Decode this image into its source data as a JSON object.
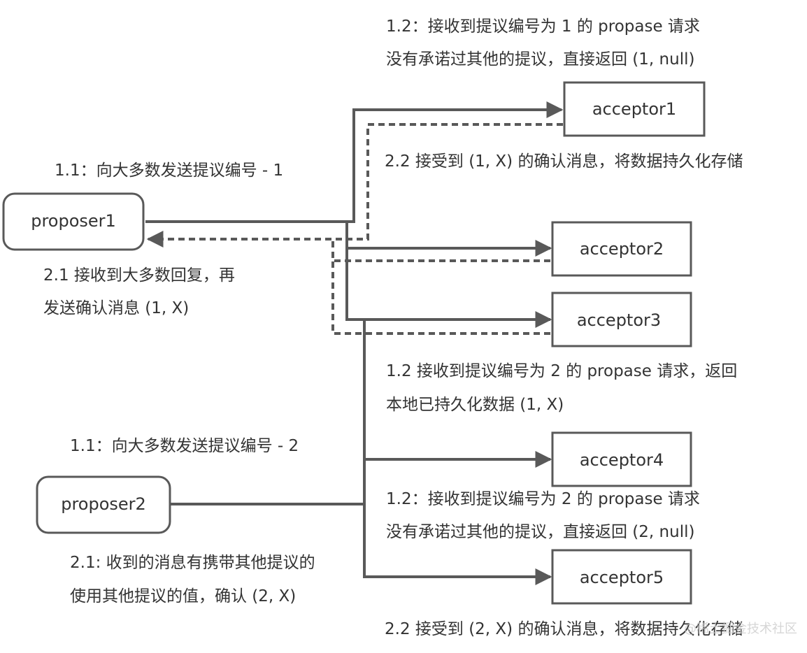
{
  "nodes": {
    "proposer1": "proposer1",
    "proposer2": "proposer2",
    "acceptor1": "acceptor1",
    "acceptor2": "acceptor2",
    "acceptor3": "acceptor3",
    "acceptor4": "acceptor4",
    "acceptor5": "acceptor5"
  },
  "labels": {
    "a1_prepare_line1": "1.2：接收到提议编号为 1 的 propase 请求",
    "a1_prepare_line2": "没有承诺过其他的提议，直接返回 (1, null)",
    "p1_send": "1.1：向大多数发送提议编号 - 1",
    "a1_accept": "2.2 接受到 (1, X) 的确认消息，将数据持久化存储",
    "p1_confirm_line1": "2.1 接收到大多数回复，再",
    "p1_confirm_line2": "发送确认消息 (1, X)",
    "a3_prepare_line1": "1.2 接收到提议编号为 2 的 propase 请求，返回",
    "a3_prepare_line2": "本地已持久化数据 (1, X)",
    "p2_send": "1.1：向大多数发送提议编号 - 2",
    "a4_prepare_line1": "1.2：接收到提议编号为 2 的 propase 请求",
    "a4_prepare_line2": "没有承诺过其他的提议，直接返回 (2, null)",
    "p2_confirm_line1": "2.1: 收到的消息有携带其他提议的",
    "p2_confirm_line2": "使用其他提议的值，确认 (2, X)",
    "a5_accept": "2.2 接受到 (2, X) 的确认消息，将数据持久化存储"
  },
  "watermark": "@稀土掘金技术社区",
  "colors": {
    "line": "#595959",
    "text": "#333333",
    "background": "#ffffff"
  }
}
